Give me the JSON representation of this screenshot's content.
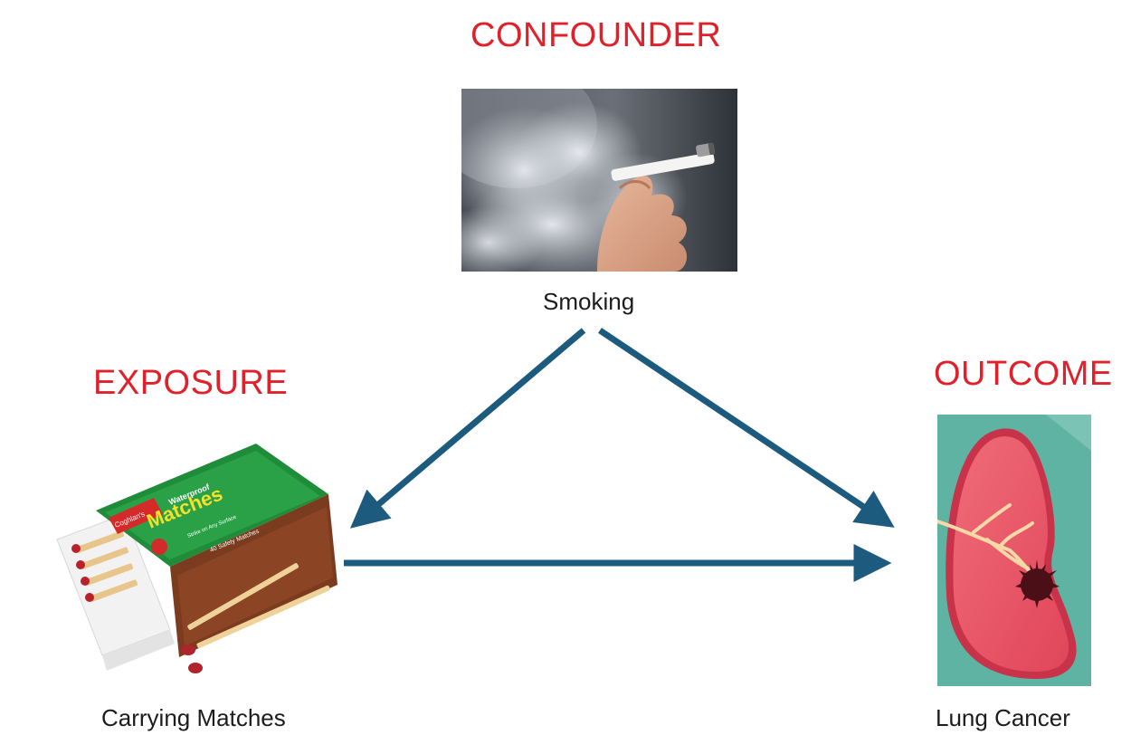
{
  "nodes": {
    "confounder": {
      "role": "CONFOUNDER",
      "caption": "Smoking"
    },
    "exposure": {
      "role": "EXPOSURE",
      "caption": "Carrying Matches"
    },
    "outcome": {
      "role": "OUTCOME",
      "caption": "Lung Cancer"
    }
  },
  "edges": [
    {
      "from": "confounder",
      "to": "exposure"
    },
    {
      "from": "confounder",
      "to": "outcome"
    },
    {
      "from": "exposure",
      "to": "outcome"
    }
  ],
  "illustrations": {
    "smoking": "cigarette-smoke-photo",
    "exposure": "matchbox-image",
    "outcome": "lung-with-tumor-illustration"
  },
  "matchbox_text": {
    "brand": "Coghlan's",
    "line1": "Waterproof",
    "line2": "Matches",
    "line3": "Strike on Any Surface",
    "line4": "40 Safety Matches"
  },
  "colors": {
    "role_label": "#e0202a",
    "arrow": "#1d5b7e",
    "caption": "#1c1c1c"
  }
}
